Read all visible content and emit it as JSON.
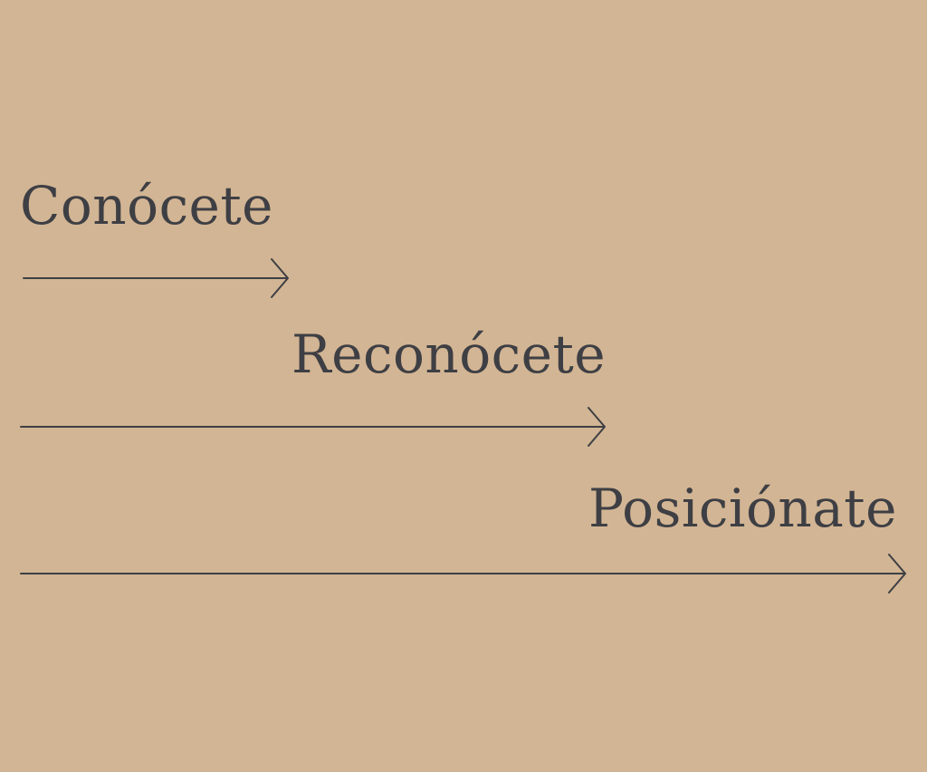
{
  "steps": [
    {
      "label": "Conócete"
    },
    {
      "label": "Reconócete"
    },
    {
      "label": "Posiciónate"
    }
  ],
  "colors": {
    "background": "#d2b594",
    "ink": "#3e3f44"
  }
}
